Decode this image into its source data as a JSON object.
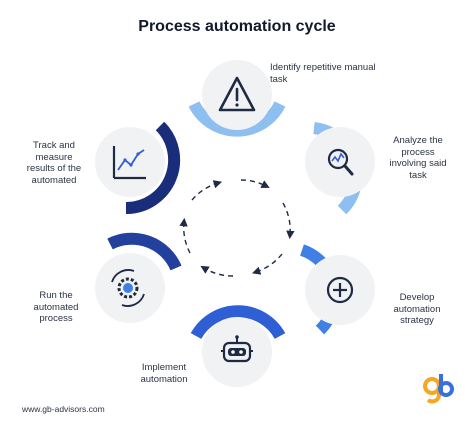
{
  "title": "Process automation cycle",
  "steps": [
    {
      "label": "Identify repetitive manual task",
      "icon": "warning-icon"
    },
    {
      "label": "Analyze the process involving said task",
      "icon": "magnifier-chart-icon"
    },
    {
      "label": "Develop automation strategy",
      "icon": "plus-icon"
    },
    {
      "label": "Implement automation",
      "icon": "robot-icon"
    },
    {
      "label": "Run the automated process",
      "icon": "gear-cycle-icon"
    },
    {
      "label": "Track and measure results of the automated",
      "icon": "line-chart-icon"
    }
  ],
  "footer": {
    "url": "www.gb-advisors.com",
    "logo_text": "gb"
  },
  "colors": {
    "light_blue": "#8fbff0",
    "mid_blue": "#3f7fe6",
    "royal_blue": "#2f5fd4",
    "dark_blue": "#24409e",
    "navy": "#1a2d7a",
    "circle_bg": "#f1f2f4",
    "icon_dark": "#1f2a44",
    "logo_orange": "#f5a623",
    "logo_blue": "#3a6fe0"
  }
}
